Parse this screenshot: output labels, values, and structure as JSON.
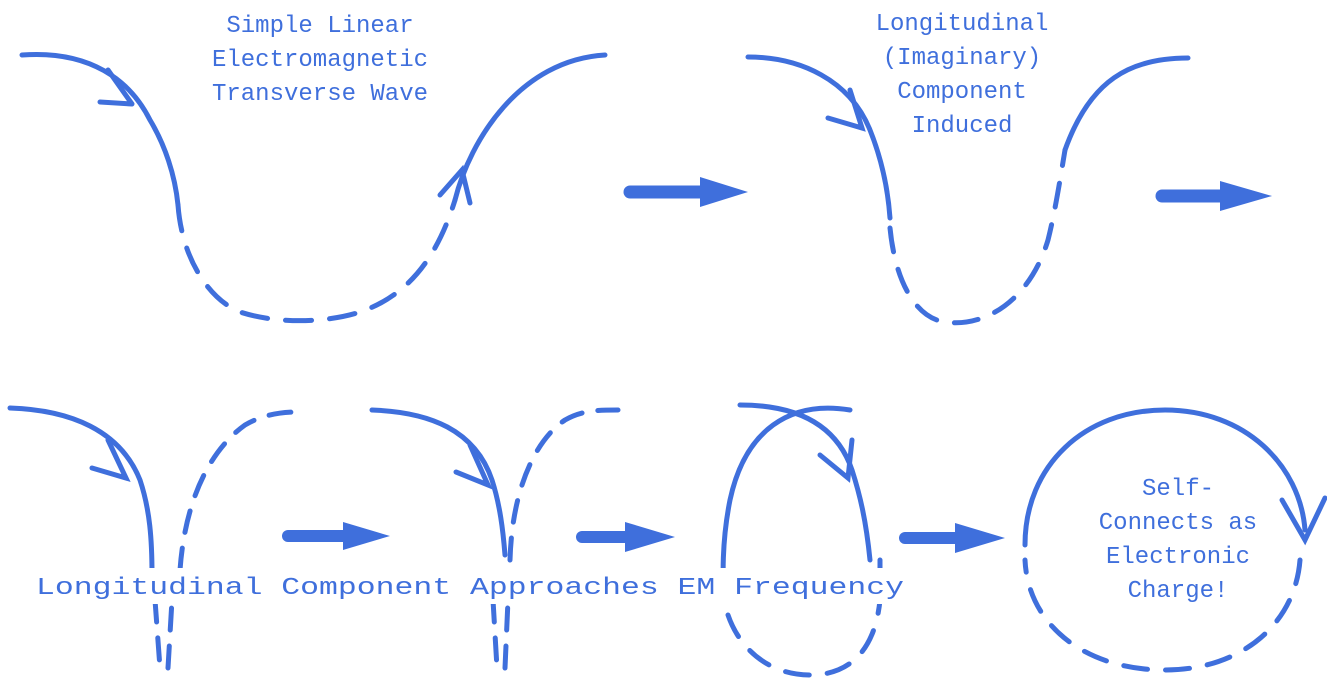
{
  "colors": {
    "ink": "#3f6fdc",
    "background": "#ffffff"
  },
  "labels": {
    "panel1_title": [
      "Simple Linear",
      "Electromagnetic",
      "Transverse Wave"
    ],
    "panel2_title": [
      "Longitudinal",
      "(Imaginary)",
      "Component",
      "Induced"
    ],
    "bottom_caption": "Longitudinal Component Approaches EM Frequency",
    "final_label": [
      "Self-",
      "Connects as",
      "Electronic",
      "Charge!"
    ]
  }
}
